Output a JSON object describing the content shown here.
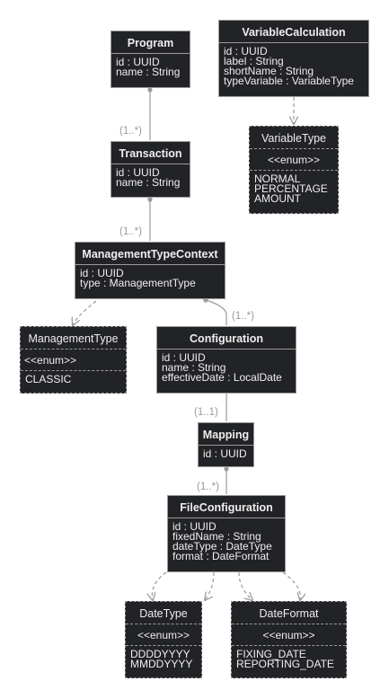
{
  "boxes": {
    "program": {
      "title": "Program",
      "fields": [
        "id : UUID",
        "name : String"
      ]
    },
    "variable_calculation": {
      "title": "VariableCalculation",
      "fields": [
        "id : UUID",
        "label : String",
        "shortName : String",
        "typeVariable : VariableType"
      ]
    },
    "variable_type": {
      "title": "VariableType",
      "stereotype": "<<enum>>",
      "values": [
        "NORMAL",
        "PERCENTAGE",
        "AMOUNT"
      ]
    },
    "transaction": {
      "title": "Transaction",
      "fields": [
        "id : UUID",
        "name : String"
      ]
    },
    "management_type_context": {
      "title": "ManagementTypeContext",
      "fields": [
        "id : UUID",
        "type : ManagementType"
      ]
    },
    "management_type": {
      "title": "ManagementType",
      "stereotype": "<<enum>>",
      "values": [
        "CLASSIC"
      ]
    },
    "configuration": {
      "title": "Configuration",
      "fields": [
        "id : UUID",
        "name : String",
        "effectiveDate : LocalDate"
      ]
    },
    "mapping": {
      "title": "Mapping",
      "fields": [
        "id : UUID"
      ]
    },
    "file_configuration": {
      "title": "FileConfiguration",
      "fields": [
        "id : UUID",
        "fixedName : String",
        "dateType : DateType",
        "format : DateFormat"
      ]
    },
    "date_type": {
      "title": "DateType",
      "stereotype": "<<enum>>",
      "values": [
        "DDDDYYYY",
        "MMDDYYYY"
      ]
    },
    "date_format": {
      "title": "DateFormat",
      "stereotype": "<<enum>>",
      "values": [
        "FIXING_DATE",
        "REPORTING_DATE"
      ]
    }
  },
  "multiplicities": {
    "program_transaction": "(1..*)",
    "transaction_context": "(1..*)",
    "context_configuration": "(1..*)",
    "configuration_mapping": "(1..1)",
    "mapping_file_configuration": "(1..*)"
  },
  "colors": {
    "box_fill": "#222326",
    "box_border": "#9a9a9a",
    "box_text": "#eeeeee",
    "connector": "#9a9a9a",
    "background": "#ffffff"
  }
}
